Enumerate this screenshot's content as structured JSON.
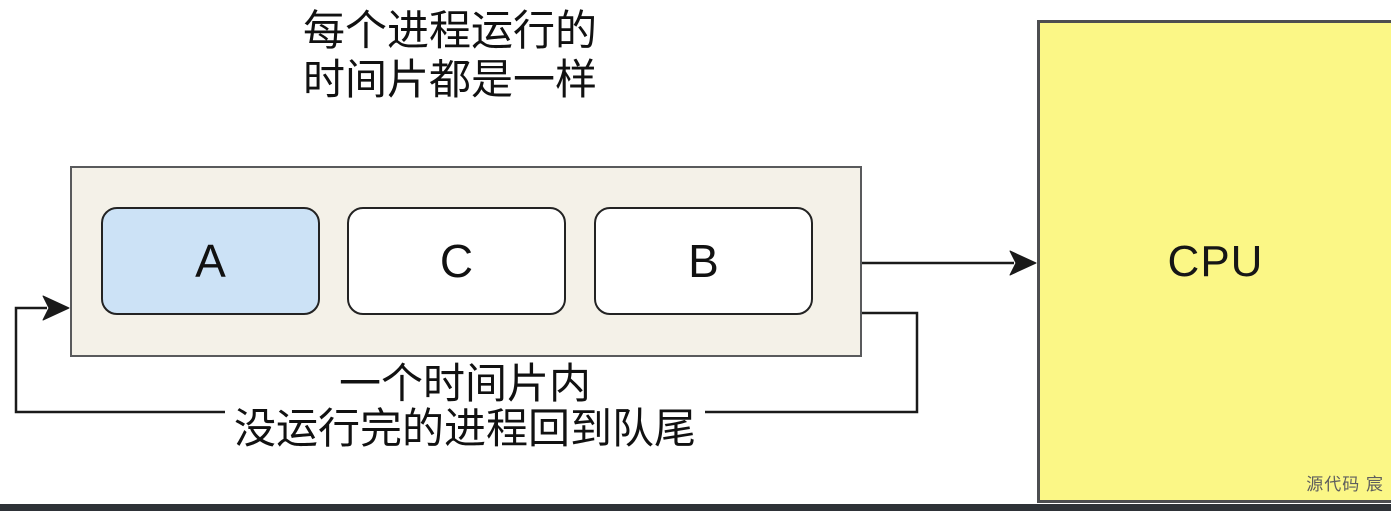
{
  "diagram": {
    "top_caption": {
      "line1": "每个进程运行的",
      "line2": "时间片都是一样"
    },
    "queue": {
      "fill": "#f4f1e8",
      "processes": [
        {
          "label": "A",
          "fill": "#cce2f6"
        },
        {
          "label": "C",
          "fill": "#ffffff"
        },
        {
          "label": "B",
          "fill": "#ffffff"
        }
      ]
    },
    "cpu": {
      "label": "CPU",
      "fill": "#fbf786"
    },
    "bottom_caption": {
      "line1": "一个时间片内",
      "line2": "没运行完的进程回到队尾"
    },
    "watermark": "源代码 宸",
    "colors": {
      "line": "#1a1a1a",
      "bottom_bar": "#2e3237",
      "highlight_process": "#cce2f6"
    }
  }
}
